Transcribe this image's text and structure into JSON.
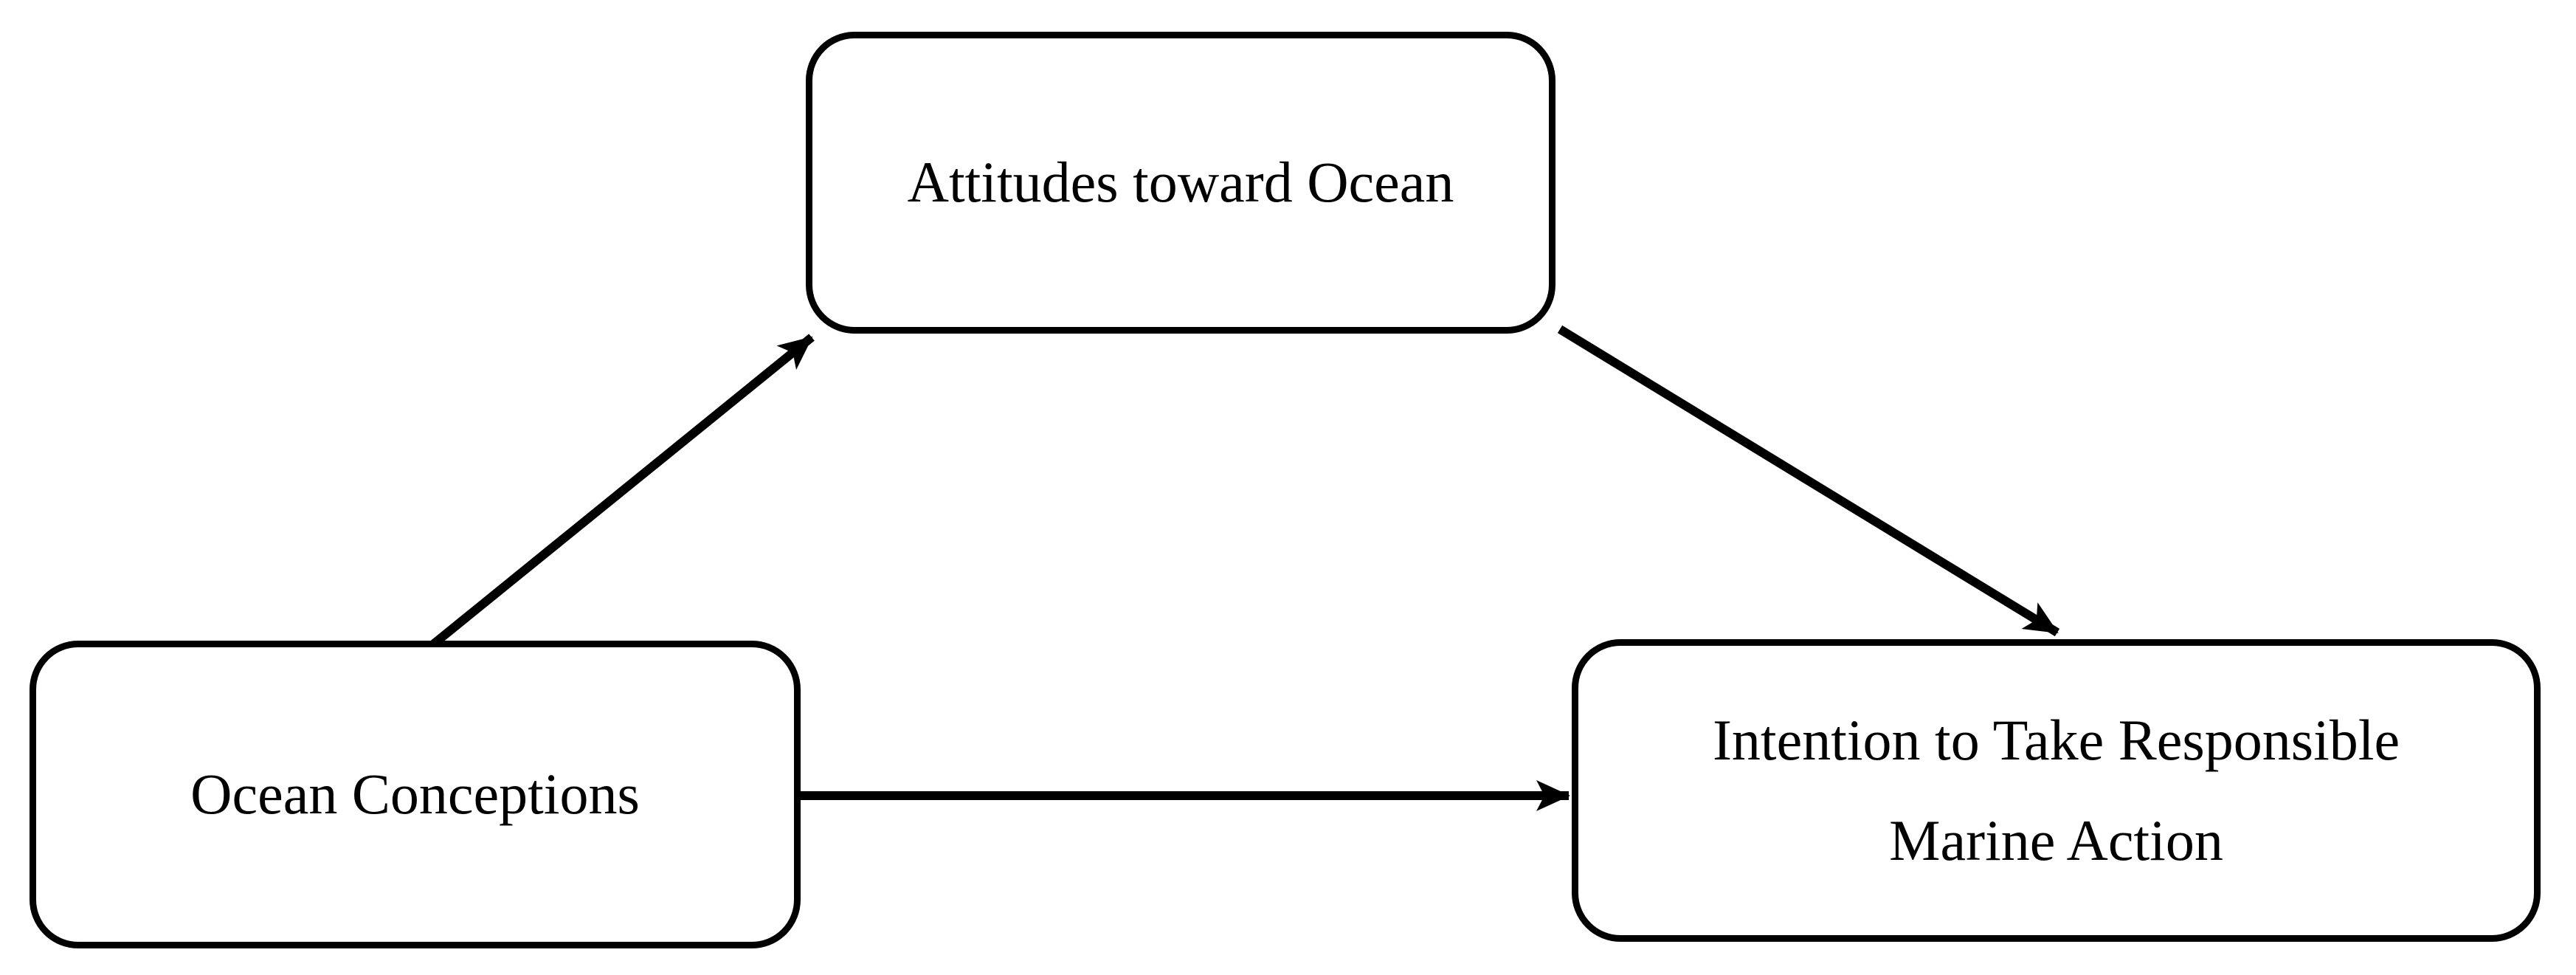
{
  "diagram": {
    "boxes": {
      "mediator": {
        "label": "Attitudes toward Ocean"
      },
      "predictor": {
        "label": "Ocean Conceptions"
      },
      "outcome": {
        "line1": "Intention to Take Responsible",
        "line2": "Marine Action"
      }
    },
    "arrows": [
      {
        "from": "Ocean Conceptions",
        "to": "Attitudes toward Ocean"
      },
      {
        "from": "Attitudes toward Ocean",
        "to": "Intention to Take Responsible Marine Action"
      },
      {
        "from": "Ocean Conceptions",
        "to": "Intention to Take Responsible Marine Action"
      }
    ],
    "colors": {
      "line": "#000000",
      "text": "#000000",
      "background": "#ffffff"
    }
  }
}
